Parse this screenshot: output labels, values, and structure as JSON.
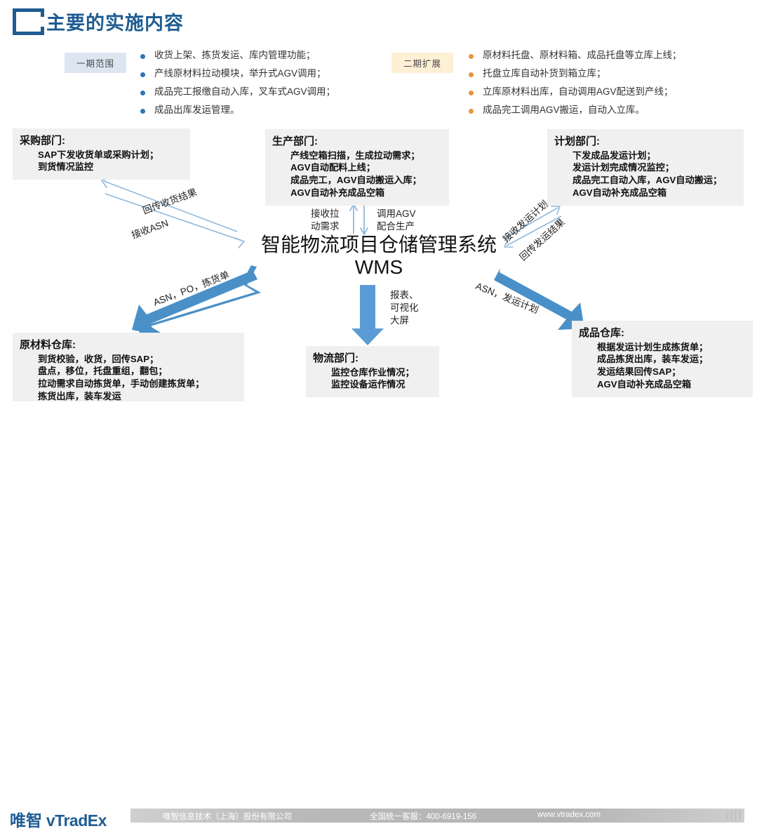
{
  "header": {
    "title": "主要的实施内容",
    "icon": "square-bracket-icon"
  },
  "phases": [
    {
      "badge": "一期范围",
      "dot_color": "#2E75B6",
      "items": [
        "收货上架、拣货发运、库内管理功能；",
        "产线原材料拉动模块，举升式AGV调用；",
        "成品完工报缴自动入库，叉车式AGV调用；",
        "成品出库发运管理。"
      ]
    },
    {
      "badge": "二期扩展",
      "dot_color": "#E8943A",
      "items": [
        "原材料托盘、原材料箱、成品托盘等立库上线；",
        "托盘立库自动补货到箱立库；",
        "立库原材料出库，自动调用AGV配送到产线；",
        "成品完工调用AGV搬运，自动入立库。"
      ]
    }
  ],
  "boxes": {
    "purchase": {
      "title": "采购部门:",
      "lines": [
        "SAP下发收货单或采购计划；",
        "到货情况监控"
      ]
    },
    "production": {
      "title": "生产部门:",
      "lines": [
        "产线空箱扫描，生成拉动需求；",
        "AGV自动配料上线；",
        "成品完工，AGV自动搬运入库；",
        "AGV自动补充成品空箱"
      ]
    },
    "plan": {
      "title": "计划部门:",
      "lines": [
        "下发成品发运计划；",
        "发运计划完成情况监控；",
        "成品完工自动入库，AGV自动搬运；",
        "AGV自动补充成品空箱"
      ]
    },
    "raw_warehouse": {
      "title": "原材料仓库:",
      "lines": [
        "到货校验，收货，回传SAP；",
        "盘点，移位，托盘重组，翻包；",
        "拉动需求自动拣货单，手动创建拣货单；",
        "拣货出库，装车发运"
      ]
    },
    "logistics": {
      "title": "物流部门:",
      "lines": [
        "监控仓库作业情况；",
        "监控设备运作情况"
      ]
    },
    "fg_warehouse": {
      "title": "成品仓库:",
      "lines": [
        "根据发运计划生成拣货单；",
        "成品拣货出库，装车发运；",
        "发运结果回传SAP；",
        "AGV自动补充成品空箱"
      ]
    }
  },
  "center": {
    "line1": "智能物流项目仓储管理系统",
    "line2": "WMS"
  },
  "arrow_labels": {
    "purchase_return": "回传收货结果",
    "purchase_asn": "接收ASN",
    "raw_flow": "ASN，PO，拣货单",
    "plan_receive": "接收发运计划",
    "plan_return": "回传发运结果",
    "fg_flow": "ASN，发运计划",
    "prod_up": "接收拉\n动需求",
    "prod_up_l1": "接收拉",
    "prod_up_l2": "动需求",
    "prod_down_l1": "调用AGV",
    "prod_down_l2": "配合生产",
    "logistics_l1": "报表、",
    "logistics_l2": "可视化",
    "logistics_l3": "大屏"
  },
  "footer": {
    "logo_cn": "唯智",
    "logo_en": "vTradEx",
    "company": "唯智信息技术（上海）股份有限公司",
    "phone": "全国统一客服：400-6919-156",
    "website": "www.vtradex.com"
  },
  "colors": {
    "brand_blue": "#1F5C92",
    "arrow_blue": "#4A90C8",
    "thin_arrow_blue": "#8FB8DC",
    "badge1_bg": "#DCE6F1",
    "badge2_bg": "#FDF0D5",
    "box_bg": "#F0F0F0"
  }
}
